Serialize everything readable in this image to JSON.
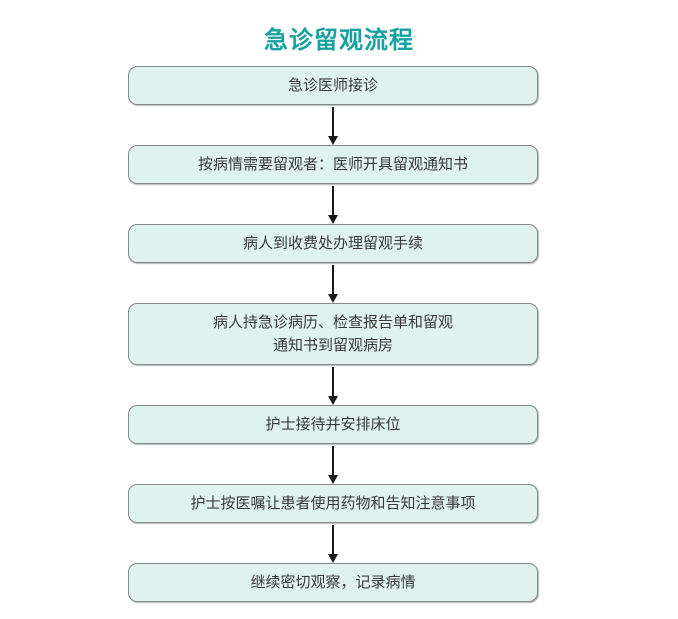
{
  "title": "急诊留观流程",
  "colors": {
    "title_text": "#17A2A0",
    "box_fill": "#DFF2EE",
    "box_border": "#848A8A",
    "box_text": "#3A3A3A",
    "arrow": "#1A1A1A",
    "background": "#FFFFFF"
  },
  "flowchart": {
    "steps": [
      {
        "label": "急诊医师接诊"
      },
      {
        "label": "按病情需要留观者：医师开具留观通知书"
      },
      {
        "label": "病人到收费处办理留观手续"
      },
      {
        "label": "病人持急诊病历、检查报告单和留观\n通知书到留观病房"
      },
      {
        "label": "护士接待并安排床位"
      },
      {
        "label": "护士按医嘱让患者使用药物和告知注意事项"
      },
      {
        "label": "继续密切观察，记录病情"
      }
    ]
  }
}
